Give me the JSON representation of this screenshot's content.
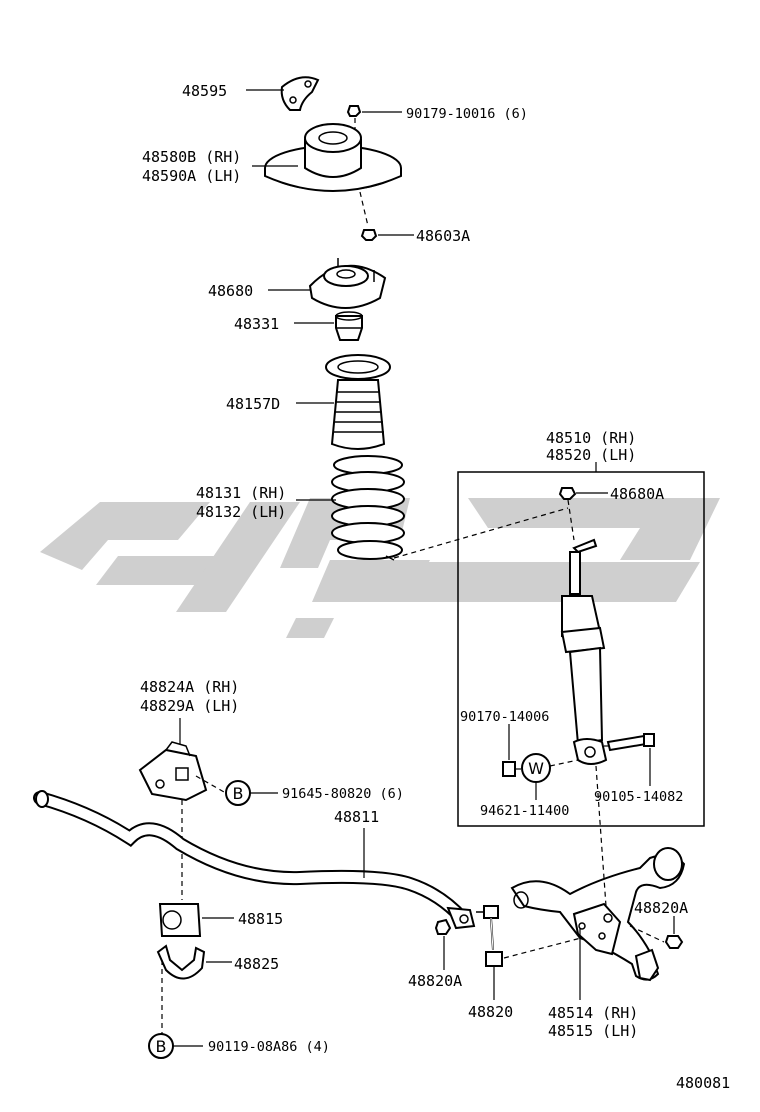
{
  "diagram_id": "480081",
  "callouts": {
    "c48595": "48595",
    "c90179": "90179-10016 (6)",
    "c48580b": "48580B (RH)",
    "c48590a": "48590A (LH)",
    "c48603a": "48603A",
    "c48680": "48680",
    "c48331": "48331",
    "c48157d": "48157D",
    "c48131": "48131 (RH)",
    "c48132": "48132 (LH)",
    "c48510": "48510 (RH)",
    "c48520": "48520 (LH)",
    "c48680a": "48680A",
    "c90170": "90170-14006",
    "c94621": "94621-11400",
    "c90105": "90105-14082",
    "c48824a": "48824A (RH)",
    "c48829a": "48829A (LH)",
    "c91645": "91645-80820 (6)",
    "c48811": "48811",
    "c48815": "48815",
    "c48825": "48825",
    "c48820a_left": "48820A",
    "c48820": "48820",
    "c48820a_right": "48820A",
    "c48514": "48514 (RH)",
    "c48515": "48515 (LH)",
    "c90119": "90119-08A86 (4)"
  },
  "markers": {
    "b_upper": "B",
    "b_lower": "B",
    "washer": "W"
  },
  "colors": {
    "ink": "#000000",
    "watermark": "#cfcfcf"
  }
}
